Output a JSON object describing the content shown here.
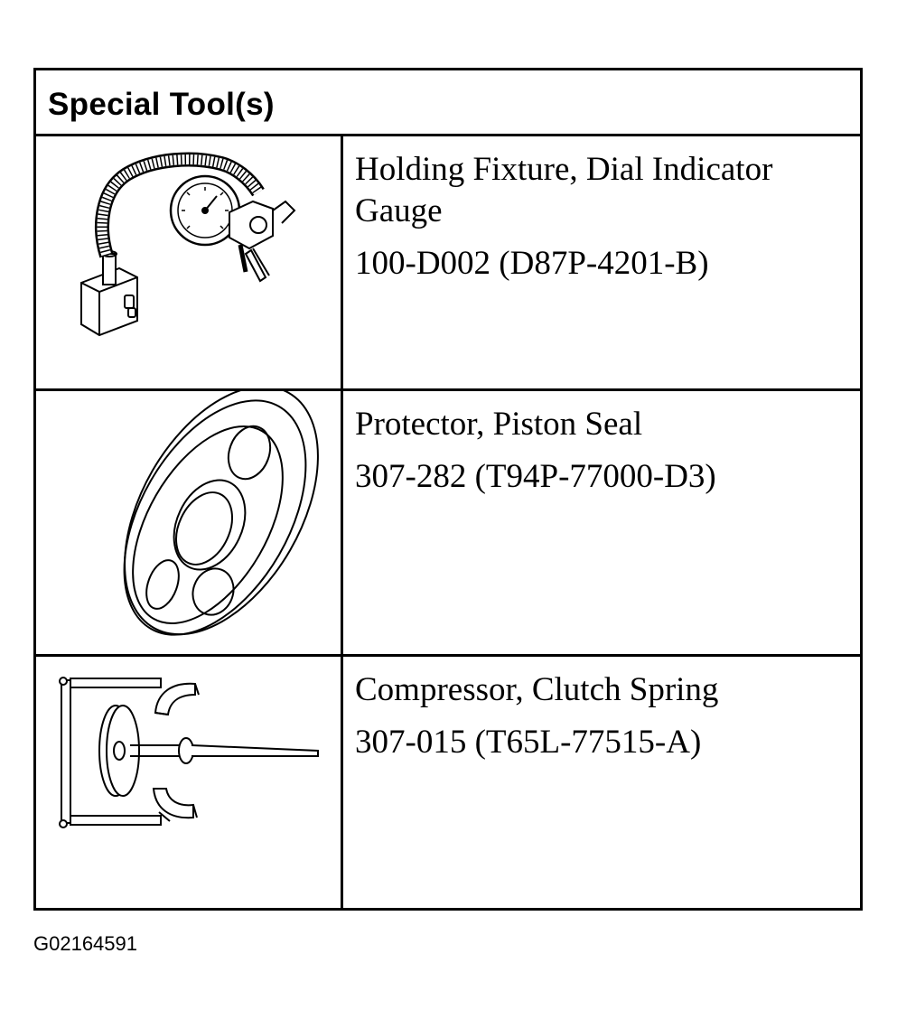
{
  "header": {
    "title": "Special Tool(s)"
  },
  "tools": [
    {
      "name": "Holding Fixture, Dial Indicator Gauge",
      "number": "100-D002 (D87P-4201-B)",
      "icon": "dial-indicator-holding-fixture-illustration"
    },
    {
      "name": "Protector, Piston Seal",
      "number": "307-282 (T94P-77000-D3)",
      "icon": "piston-seal-protector-illustration"
    },
    {
      "name": "Compressor, Clutch Spring",
      "number": "307-015 (T65L-77515-A)",
      "icon": "clutch-spring-compressor-illustration"
    }
  ],
  "footer": {
    "image_id": "G02164591"
  }
}
